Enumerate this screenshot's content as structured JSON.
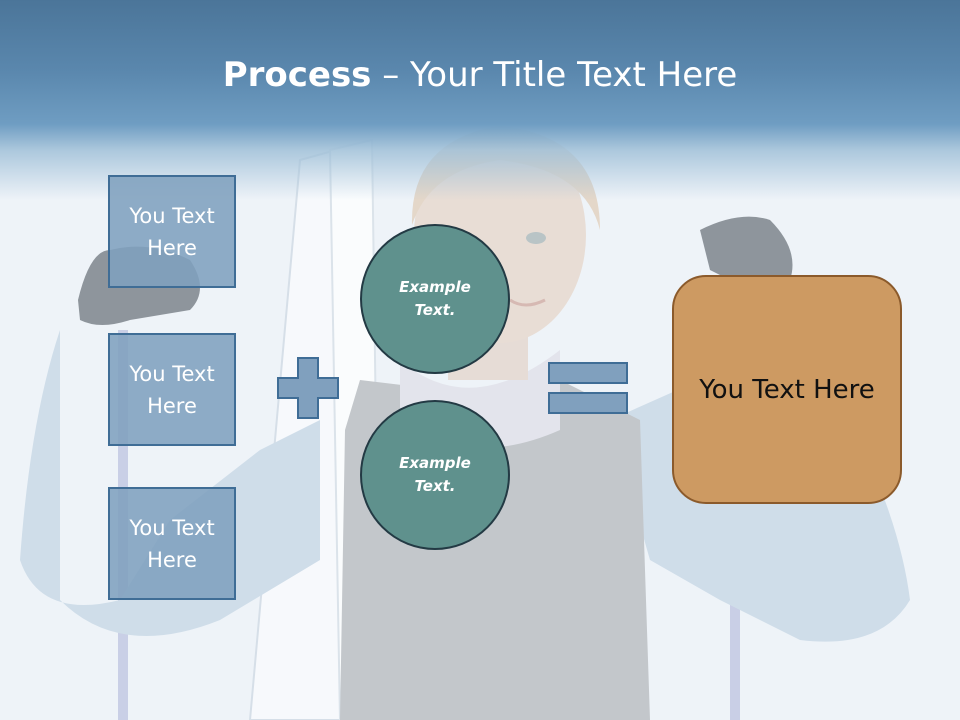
{
  "title": {
    "bold": "Process",
    "rest": " – Your Title Text Here"
  },
  "inputs": [
    "You Text Here",
    "You Text Here",
    "You Text Here"
  ],
  "circles": [
    "Example Text.",
    "Example Text."
  ],
  "result": "You Text Here",
  "icons": {
    "plus": "plus-icon",
    "equals": "equals-icon"
  },
  "colors": {
    "header": "#5a87ad",
    "input_box_fill": "#80a0be",
    "input_box_border": "#3f6d96",
    "circle_fill": "#5f918d",
    "result_fill": "#cd9a62",
    "result_border": "#8b5a2b"
  },
  "background_image": "skier-with-poles-photo"
}
